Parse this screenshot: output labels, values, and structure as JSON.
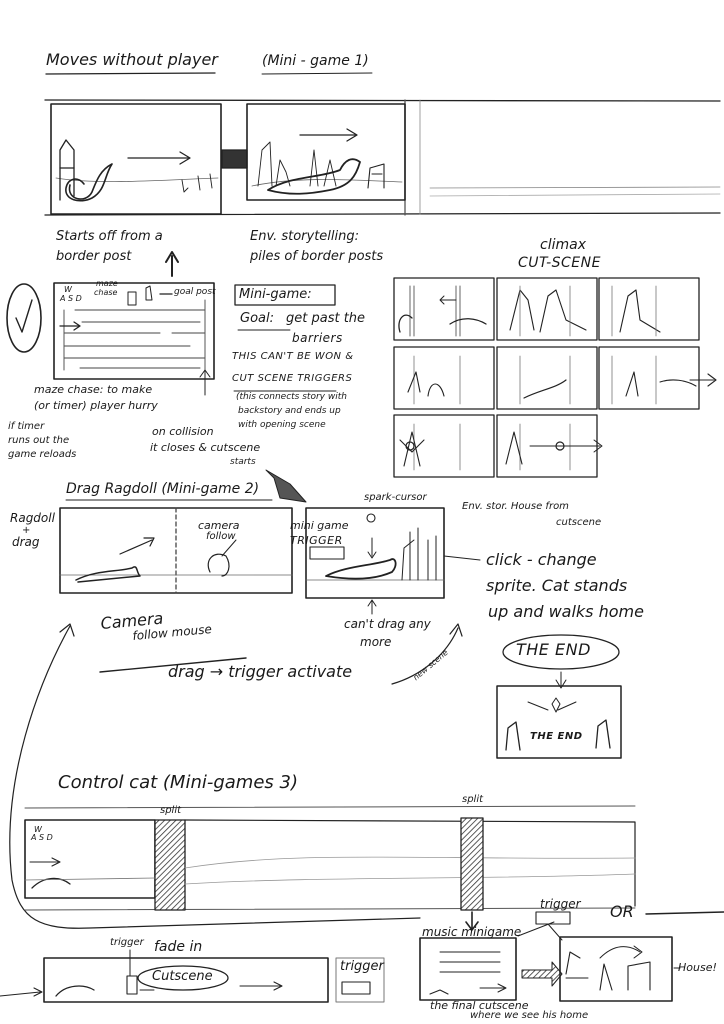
{
  "section1": {
    "title": "Moves without player",
    "subtitle": "(Mini - game 1)",
    "caption_border_post_1": "Starts off from a",
    "caption_border_post_2": "border post",
    "caption_env_1": "Env. storytelling:",
    "caption_env_2": "piles of border posts"
  },
  "maze": {
    "wasd_top": "W",
    "wasd_bottom": "A S D",
    "maze_chase_label_1": "maze",
    "maze_chase_label_2": "chase",
    "goal_post_label": "goal post",
    "note_1": "maze chase: to make",
    "note_2": "(or timer)  player hurry",
    "timer_note_1": "if timer",
    "timer_note_2": "runs out the",
    "timer_note_3": "game reloads",
    "collision_1": "on collision",
    "collision_2": "it closes & cutscene",
    "collision_3": "starts"
  },
  "minigame_box": {
    "title": "Mini-game:",
    "goal_label": "Goal:",
    "goal_1": "get past the",
    "goal_2": "barriers",
    "cant_win_1": "THIS CAN'T BE WON &",
    "cant_win_2": "CUT SCENE TRIGGERS",
    "story_1": "(this connects story with",
    "story_2": "backstory and ends up",
    "story_3": "with opening scene"
  },
  "climax": {
    "title_1": "climax",
    "title_2": "CUT-SCENE"
  },
  "ragdoll": {
    "title": "Drag Ragdoll (Mini-game 2)",
    "side_1": "Ragdoll",
    "side_2": "+",
    "side_3": "drag",
    "camera_follow_1": "camera",
    "camera_follow_2": "follow",
    "minigame_trigger_1": "mini game",
    "minigame_trigger_2": "TRIGGER",
    "spark_cursor": "spark-cursor",
    "env_stor_1": "Env. stor. House from",
    "env_stor_2": "cutscene",
    "click_1": "click - change",
    "click_2": "sprite. Cat stands",
    "click_3": "up and walks home",
    "the_end": "THE END",
    "the_end_small": "THE END",
    "cant_drag_1": "can't drag any",
    "cant_drag_2": "more",
    "new_scene": "new scene",
    "camera_mouse_1": "Camera",
    "camera_mouse_2": "follow mouse",
    "drag_trigger": "drag → trigger activate"
  },
  "control": {
    "title": "Control cat (Mini-games 3)",
    "split_1": "split",
    "split_2": "split",
    "wasd_top": "W",
    "wasd_bottom": "A S D",
    "trigger_1": "trigger",
    "fade_in": "fade in",
    "cutscene": "Cutscene",
    "trigger_2": "trigger",
    "trigger_3": "trigger",
    "music_minigame": "music minigame",
    "or": "OR",
    "house": "House!",
    "final_1": "the final cutscene",
    "final_2": "where we see his home"
  }
}
